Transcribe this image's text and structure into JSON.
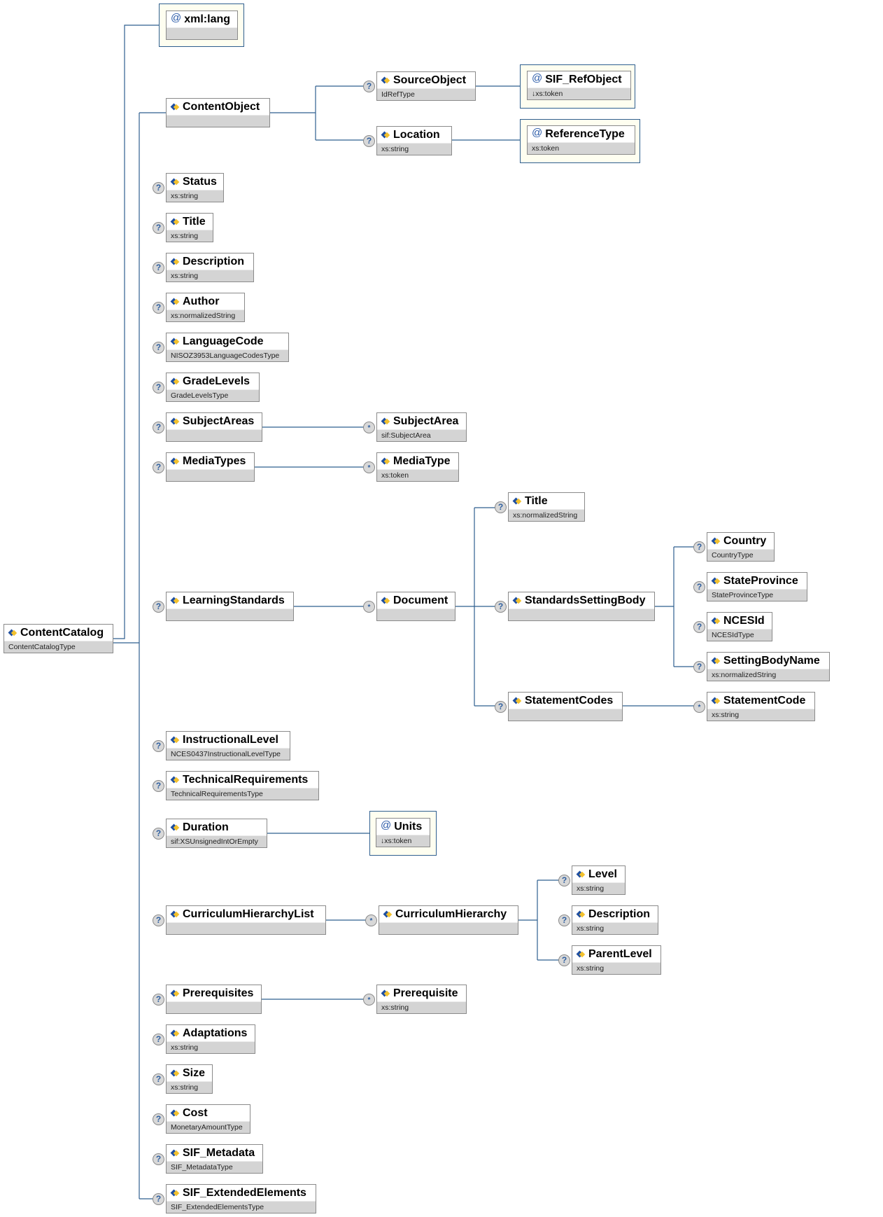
{
  "diagram": {
    "root": {
      "name": "ContentCatalog",
      "type": "ContentCatalogType"
    },
    "attributes": [
      {
        "id": "xml-lang",
        "name": "xml:lang",
        "type": ""
      }
    ],
    "elements": {
      "ContentObject": {
        "name": "ContentObject",
        "type": ""
      },
      "SourceObject": {
        "name": "SourceObject",
        "type": "IdRefType",
        "occurrence": "?"
      },
      "SIF_RefObject": {
        "name": "SIF_RefObject",
        "type": "↓xs:token",
        "kind": "attribute"
      },
      "Location": {
        "name": "Location",
        "type": "xs:string",
        "occurrence": "?"
      },
      "ReferenceType": {
        "name": "ReferenceType",
        "type": "xs:token",
        "kind": "attribute"
      },
      "Status": {
        "name": "Status",
        "type": "xs:string",
        "occurrence": "?"
      },
      "Title": {
        "name": "Title",
        "type": "xs:string",
        "occurrence": "?"
      },
      "Description": {
        "name": "Description",
        "type": "xs:string",
        "occurrence": "?"
      },
      "Author": {
        "name": "Author",
        "type": "xs:normalizedString",
        "occurrence": "?"
      },
      "LanguageCode": {
        "name": "LanguageCode",
        "type": "NISOZ3953LanguageCodesType",
        "occurrence": "?"
      },
      "GradeLevels": {
        "name": "GradeLevels",
        "type": "GradeLevelsType",
        "occurrence": "?"
      },
      "SubjectAreas": {
        "name": "SubjectAreas",
        "type": "",
        "occurrence": "?"
      },
      "SubjectArea": {
        "name": "SubjectArea",
        "type": "sif:SubjectArea",
        "occurrence": "*"
      },
      "MediaTypes": {
        "name": "MediaTypes",
        "type": "",
        "occurrence": "?"
      },
      "MediaType": {
        "name": "MediaType",
        "type": "xs:token",
        "occurrence": "*"
      },
      "LearningStandards": {
        "name": "LearningStandards",
        "type": "",
        "occurrence": "?"
      },
      "Document": {
        "name": "Document",
        "type": "",
        "occurrence": "*"
      },
      "DocTitle": {
        "name": "Title",
        "type": "xs:normalizedString",
        "occurrence": "?"
      },
      "StandardsSettingBody": {
        "name": "StandardsSettingBody",
        "type": "",
        "occurrence": "?"
      },
      "Country": {
        "name": "Country",
        "type": "CountryType",
        "occurrence": "?"
      },
      "StateProvince": {
        "name": "StateProvince",
        "type": "StateProvinceType",
        "occurrence": "?"
      },
      "NCESId": {
        "name": "NCESId",
        "type": "NCESIdType",
        "occurrence": "?"
      },
      "SettingBodyName": {
        "name": "SettingBodyName",
        "type": "xs:normalizedString",
        "occurrence": "?"
      },
      "StatementCodes": {
        "name": "StatementCodes",
        "type": "",
        "occurrence": "?"
      },
      "StatementCode": {
        "name": "StatementCode",
        "type": "xs:string",
        "occurrence": "*"
      },
      "InstructionalLevel": {
        "name": "InstructionalLevel",
        "type": "NCES0437InstructionalLevelType",
        "occurrence": "?"
      },
      "TechnicalRequirements": {
        "name": "TechnicalRequirements",
        "type": "TechnicalRequirementsType",
        "occurrence": "?"
      },
      "Duration": {
        "name": "Duration",
        "type": "sif:XSUnsignedIntOrEmpty",
        "occurrence": "?"
      },
      "Units": {
        "name": "Units",
        "type": "↓xs:token",
        "kind": "attribute"
      },
      "CurriculumHierarchyList": {
        "name": "CurriculumHierarchyList",
        "type": "",
        "occurrence": "?"
      },
      "CurriculumHierarchy": {
        "name": "CurriculumHierarchy",
        "type": "",
        "occurrence": "*"
      },
      "Level": {
        "name": "Level",
        "type": "xs:string",
        "occurrence": "?"
      },
      "CHDescription": {
        "name": "Description",
        "type": "xs:string",
        "occurrence": "?"
      },
      "ParentLevel": {
        "name": "ParentLevel",
        "type": "xs:string",
        "occurrence": "?"
      },
      "Prerequisites": {
        "name": "Prerequisites",
        "type": "",
        "occurrence": "?"
      },
      "Prerequisite": {
        "name": "Prerequisite",
        "type": "xs:string",
        "occurrence": "*"
      },
      "Adaptations": {
        "name": "Adaptations",
        "type": "xs:string",
        "occurrence": "?"
      },
      "Size": {
        "name": "Size",
        "type": "xs:string",
        "occurrence": "?"
      },
      "Cost": {
        "name": "Cost",
        "type": "MonetaryAmountType",
        "occurrence": "?"
      },
      "SIF_Metadata": {
        "name": "SIF_Metadata",
        "type": "SIF_MetadataType",
        "occurrence": "?"
      },
      "SIF_ExtendedElements": {
        "name": "SIF_ExtendedElements",
        "type": "SIF_ExtendedElementsType",
        "occurrence": "?"
      }
    },
    "colors": {
      "connector": "#2f5f8f",
      "box_border": "#8a8a8a",
      "type_band": "#d4d4d4",
      "attribute_group_bg": "#fefef0"
    },
    "icons": {
      "element": "element-icon",
      "attribute": "@",
      "optional": "?",
      "repeat": "*"
    }
  }
}
